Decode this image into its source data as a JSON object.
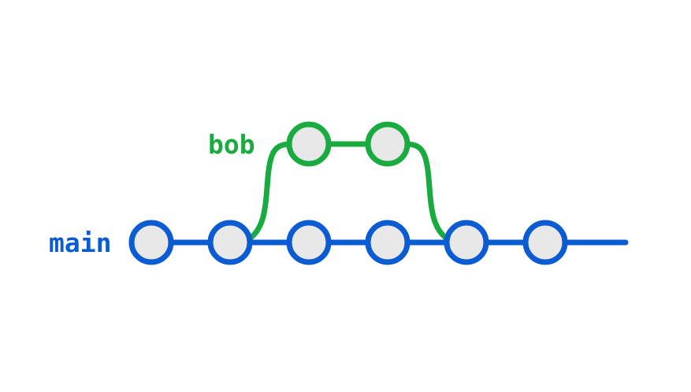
{
  "branches": {
    "main": {
      "label": "main",
      "color": "#0b5bd3",
      "commit_count": 6
    },
    "bob": {
      "label": "bob",
      "color": "#1aab40",
      "commit_count": 2,
      "forks_from_main_commit": 2,
      "merges_into_main_commit": 5
    }
  },
  "commit_fill": "#e8e8e8"
}
